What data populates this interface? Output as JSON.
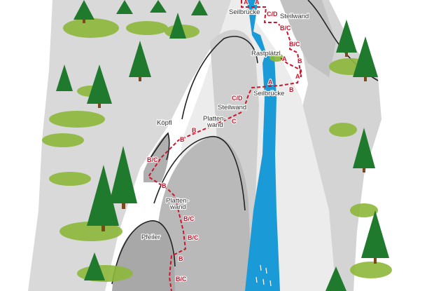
{
  "colors": {
    "river": "#1a9ad6",
    "route": "#d0142c",
    "tree": "#1f7a2e",
    "moss": "#8db83a",
    "rock_light": "#ececec",
    "rock_mid": "#d6d6d6",
    "rock_dark": "#b4b4b4"
  },
  "places": {
    "seilbruecke_top": "Seilbrücke",
    "steilwand_top": "Steilwand",
    "rastplaetzl": "Rastplätzl",
    "seilbruecke_mid": "Seilbrücke",
    "steilwand_mid": "Steilwand",
    "plattenwand_upper_1": "Platten-",
    "plattenwand_upper_2": "wand",
    "koepfl": "Köpfl",
    "plattenwand_lower_1": "Platten-",
    "plattenwand_lower_2": "wand",
    "pfeiler": "Pfeiler"
  },
  "grades": [
    "A",
    "A",
    "C/D",
    "B/C",
    "B/C",
    "A",
    "B",
    "A",
    "A",
    "B",
    "C/D",
    "C",
    "B",
    "B",
    "B/C",
    "B",
    "B/C",
    "B/C",
    "B",
    "B/C"
  ]
}
